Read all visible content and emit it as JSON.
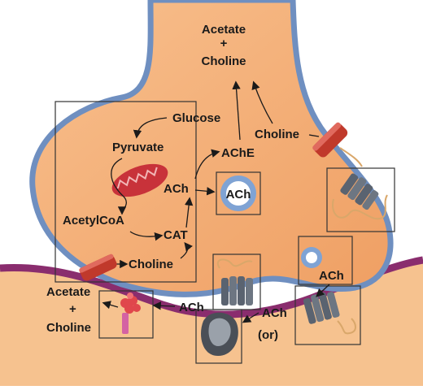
{
  "labels": {
    "top_acetate": "Acetate",
    "top_plus": "+",
    "top_choline": "Choline",
    "glucose": "Glucose",
    "pyruvate": "Pyruvate",
    "ache": "AChE",
    "choline_right": "Choline",
    "ach_left": "ACh",
    "ach_vesicle": "ACh",
    "acetylcoa": "AcetylCoA",
    "cat": "CAT",
    "choline_bottom": "Choline",
    "ach_right_receptor": "ACh",
    "bottom_acetate": "Acetate",
    "bottom_plus": "+",
    "bottom_choline": "Choline",
    "ach_bottom_left": "ACh",
    "ach_bottom_right": "ACh",
    "or": "(or)"
  },
  "colors": {
    "terminal_fill": "#f4b07a",
    "membrane": "#6f8fc0",
    "postsynaptic_membrane": "#8a2d6e",
    "postsynaptic_fill": "#f6c28f",
    "mitochondrion": "#c8323a",
    "transporter": "#c0392b",
    "receptor": "#5a6370",
    "vesicle": "#7fa3d4"
  }
}
